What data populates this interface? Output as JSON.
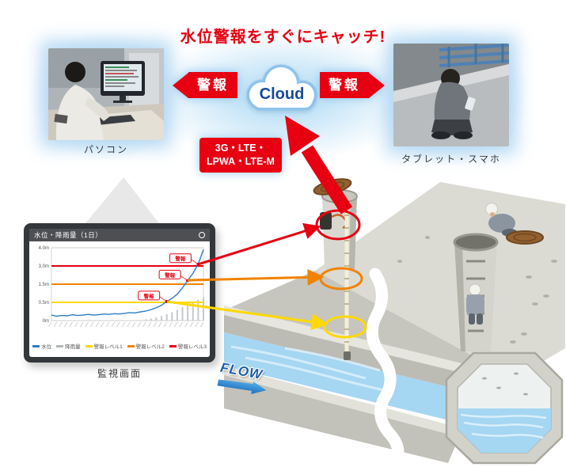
{
  "title": "水位警報をすぐにキャッチ!",
  "cloud_label": "Cloud",
  "alarm_left_label": "警報",
  "alarm_right_label": "警報",
  "network_badge": {
    "line1": "3G・LTE・",
    "line2": "LPWA・LTE-M"
  },
  "captions": {
    "pc": "パソコン",
    "tablet": "タブレット・スマホ",
    "monitor": "監視画面"
  },
  "flow_label": "FLOW",
  "colors": {
    "alert_red": "#e60012",
    "alert_orange": "#f08300",
    "alert_yellow": "#ffd800",
    "cloud_outline": "#8fc3ea",
    "water_blue": "#a5d6f2",
    "flow_blue": "#1a6fc0"
  },
  "chart_data": {
    "type": "line",
    "title": "水位・降雨量（1日）",
    "y_ticks": [
      {
        "label": "4.0m",
        "value": 4.0
      },
      {
        "label": "3.0m",
        "value": 3.0
      },
      {
        "label": "1.5m",
        "value": 1.5
      },
      {
        "label": "0.5m",
        "value": 0.5
      },
      {
        "label": "0m",
        "value": 0
      }
    ],
    "ylim_m": [
      0,
      4.0
    ],
    "alarm_badge_label": "警報",
    "alarm_levels": [
      {
        "label": "警報レベル3",
        "value_m": 3.0,
        "color": "#e60012"
      },
      {
        "label": "警報レベル2",
        "value_m": 1.5,
        "color": "#f08300"
      },
      {
        "label": "警報レベル1",
        "value_m": 0.5,
        "color": "#ffd800"
      }
    ],
    "series": [
      {
        "name": "水位",
        "color": "#2f7cc4",
        "values_m": [
          0.15,
          0.12,
          0.14,
          0.13,
          0.16,
          0.14,
          0.15,
          0.17,
          0.15,
          0.16,
          0.18,
          0.17,
          0.19,
          0.18,
          0.2,
          0.22,
          0.21,
          0.24,
          0.26,
          0.3,
          0.35,
          0.42,
          0.55,
          0.72,
          0.95,
          1.3,
          1.8,
          2.4,
          3.1,
          3.9
        ]
      }
    ],
    "rain_profile": [
      0,
      0,
      0,
      0,
      0,
      0,
      0,
      0,
      0,
      0,
      0,
      0,
      0,
      0,
      0,
      0,
      0,
      0,
      0.05,
      0.08,
      0.12,
      0.18,
      0.25,
      0.33,
      0.42,
      0.52,
      0.62,
      0.72,
      0.82,
      0.92
    ],
    "legend": [
      {
        "label": "水位",
        "color": "#2f7cc4"
      },
      {
        "label": "降雨量",
        "color": "#b0b5b9"
      },
      {
        "label": "警報レベル1",
        "color": "#ffd800"
      },
      {
        "label": "警報レベル2",
        "color": "#f08300"
      },
      {
        "label": "警報レベル3",
        "color": "#e60012"
      }
    ]
  }
}
